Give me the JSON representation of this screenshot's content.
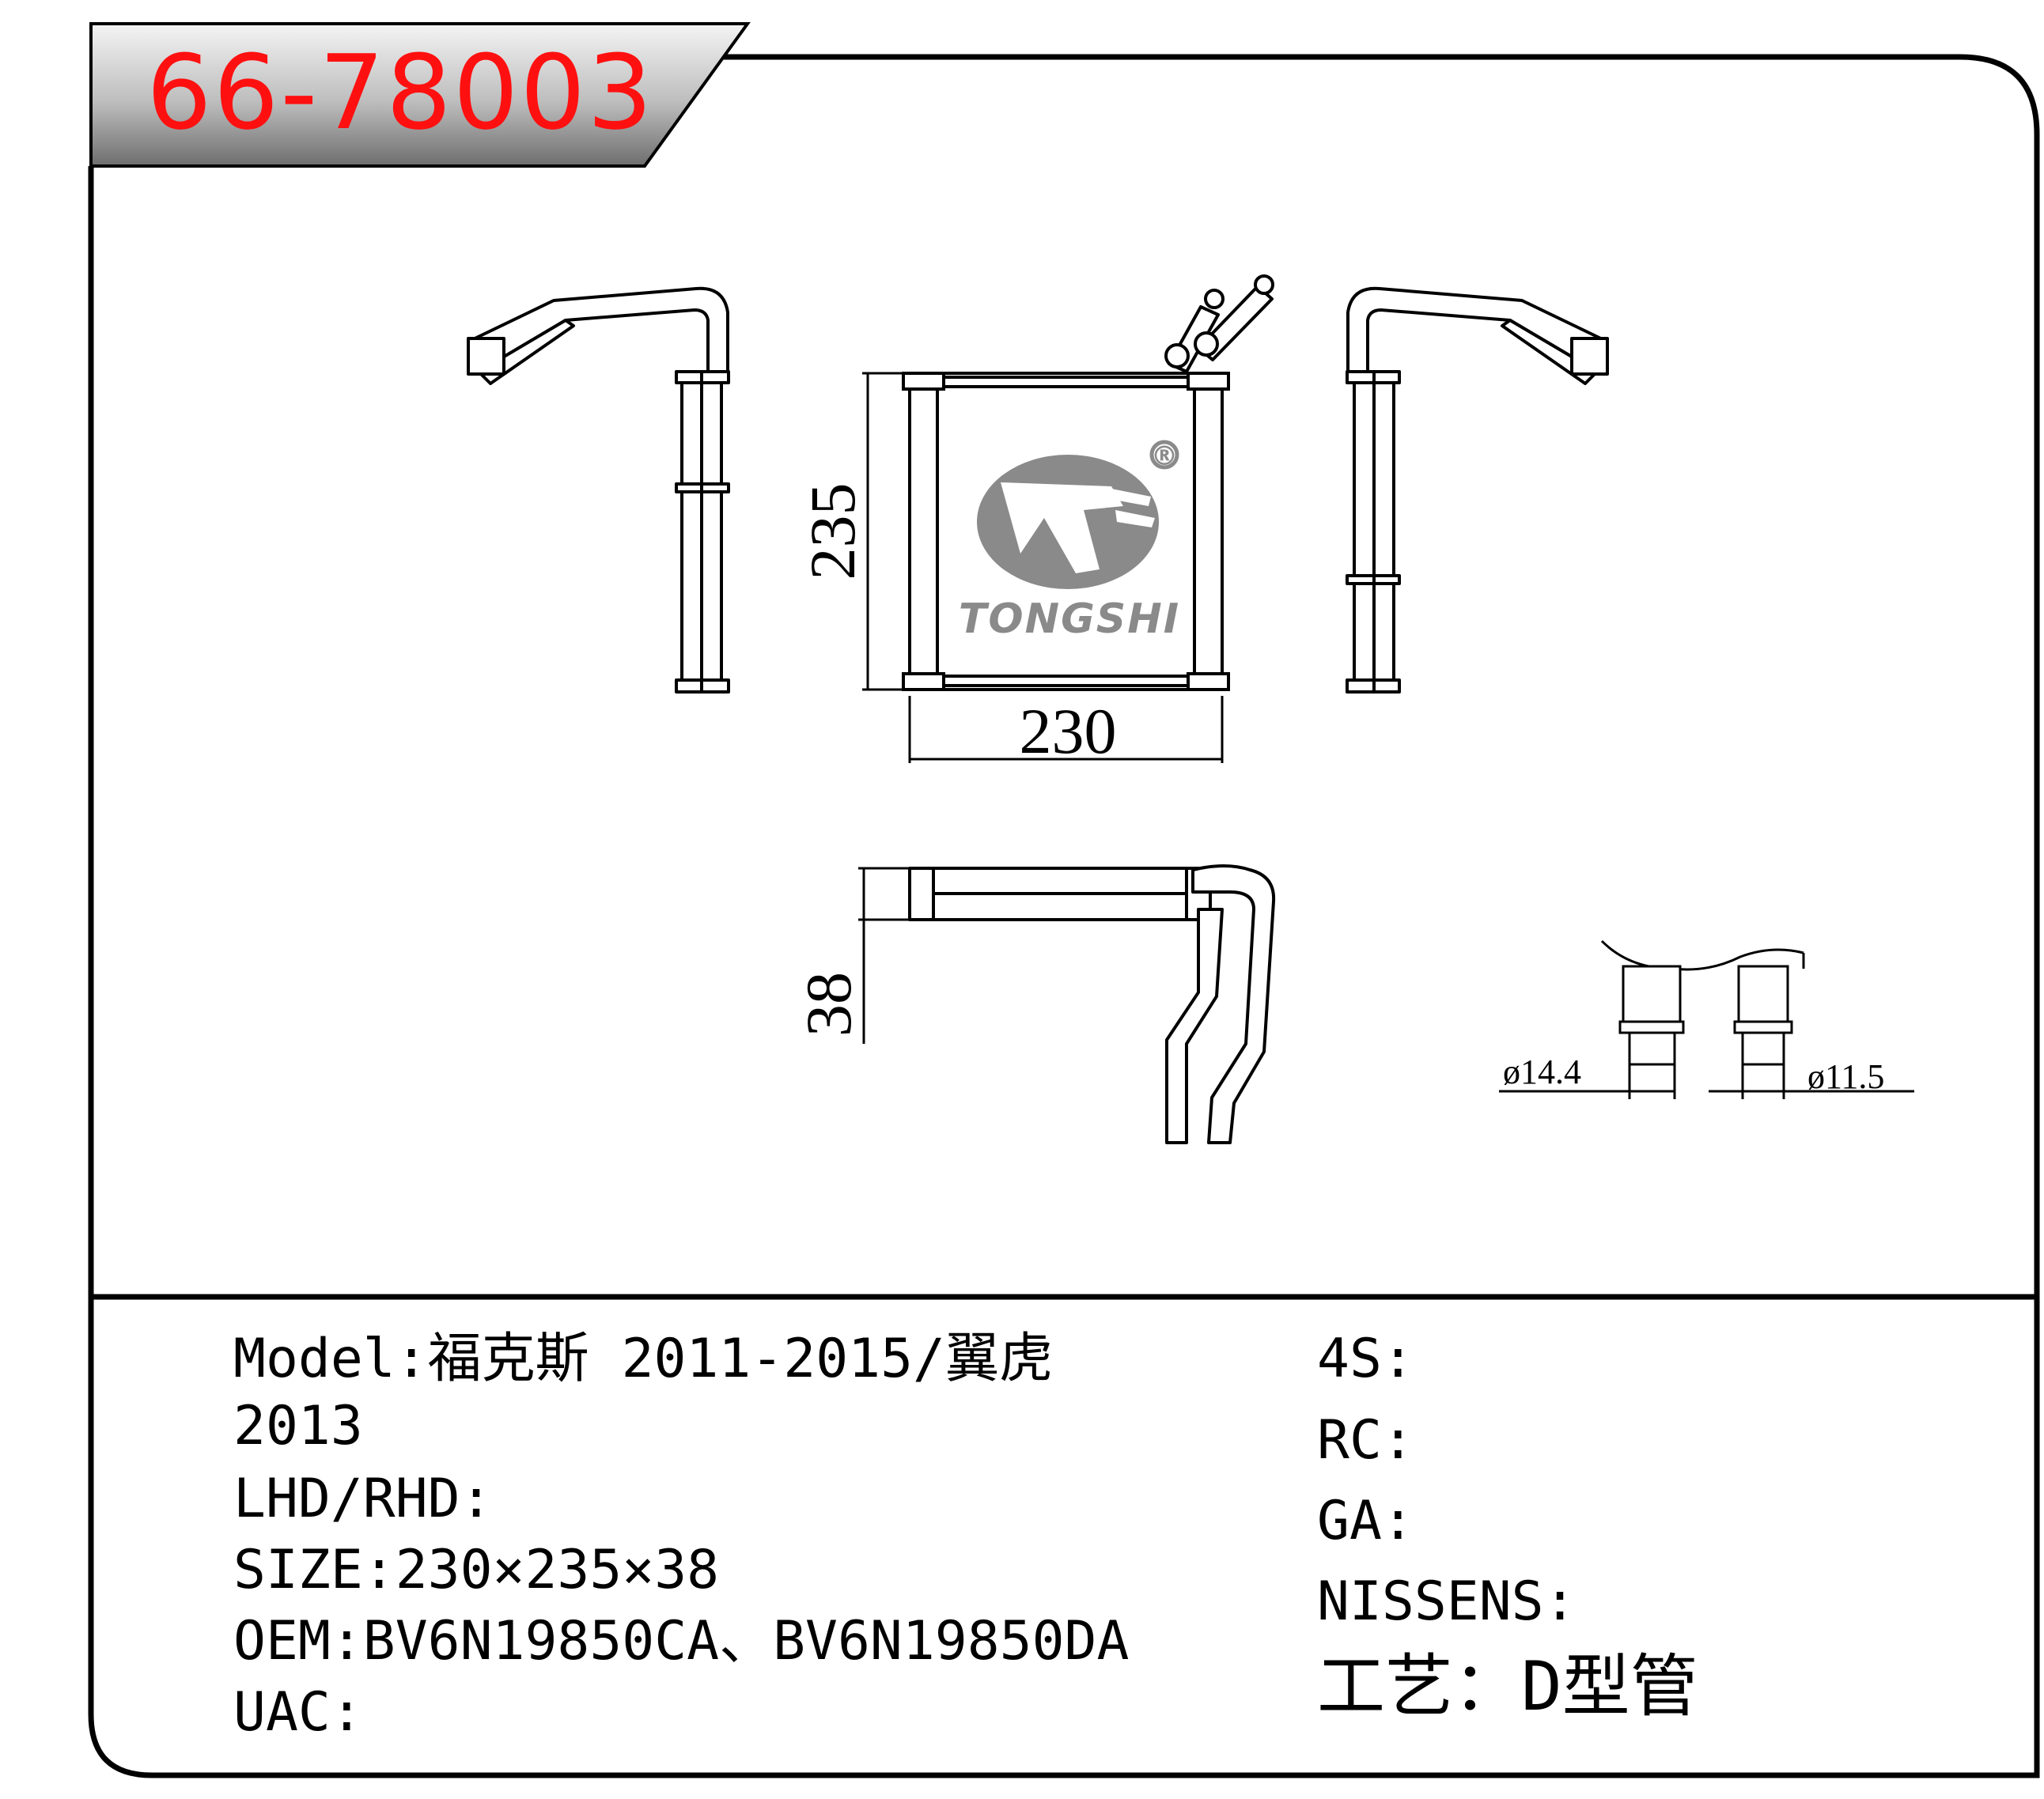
{
  "header": {
    "part_number": "66-78003",
    "part_number_color": "#ff1010"
  },
  "drawing": {
    "dim_height": "235",
    "dim_width": "230",
    "dim_depth": "38",
    "dia_inlet": "ø14.4",
    "dia_outlet": "ø11.5",
    "logo": {
      "brand": "TONGSHI",
      "registered": "®",
      "color": "#8a8a8a"
    }
  },
  "specs_left": {
    "model_line1": "Model:福克斯 2011-2015/翼虎",
    "model_line2": "2013",
    "lhd_rhd": "LHD/RHD:",
    "size": "SIZE:230×235×38",
    "oem": "OEM:BV6N19850CA、BV6N19850DA",
    "uac": "UAC:"
  },
  "specs_right": {
    "s4": "4S:",
    "rc": "RC:",
    "ga": "GA:",
    "nissens": "NISSENS:",
    "process": "工艺：D型管"
  }
}
